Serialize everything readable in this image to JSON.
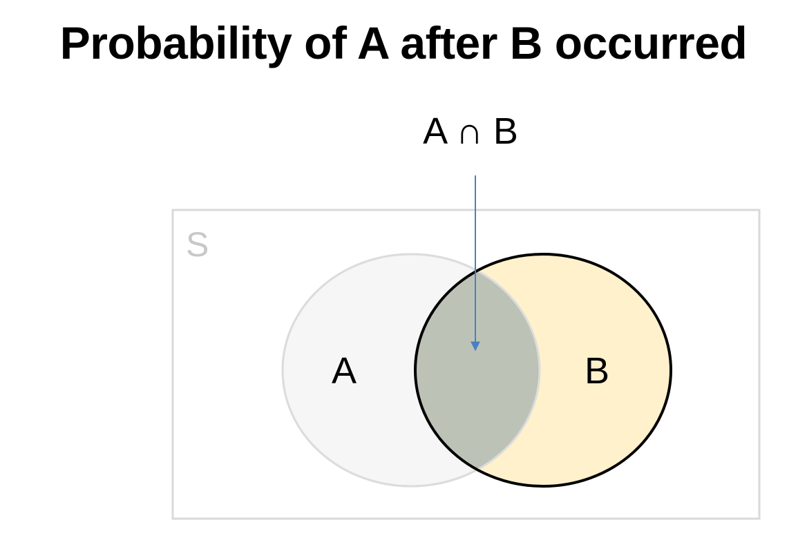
{
  "title": "Probability of A after B occurred",
  "labels": {
    "intersection": "A ∩ B",
    "sample_space": "S",
    "set_a": "A",
    "set_b": "B"
  },
  "colors": {
    "sample_space_border": "#d9d9d9",
    "sample_space_label": "#c8c8c8",
    "set_a_fill": "#f6f6f6",
    "set_a_stroke": "#dcdcdc",
    "set_b_fill": "#fff1cc",
    "set_b_stroke": "#000000",
    "intersection_fill": "#bcc2b6",
    "arrow": "#4a7fc1"
  }
}
